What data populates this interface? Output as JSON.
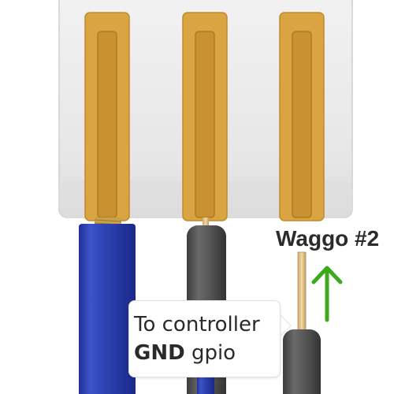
{
  "connector": {
    "label": "Waggo #2",
    "body_color": "#e4e4e4",
    "clamp_color": "#d9a441",
    "clamp_count": 3
  },
  "callout": {
    "line1": "To controller",
    "line2_bold": "GND",
    "line2_rest": " gpio"
  },
  "wires": [
    {
      "name": "blue-wire",
      "color": "#2f45b3"
    },
    {
      "name": "black-wire",
      "color": "#555555"
    },
    {
      "name": "black-wire-right",
      "color": "#555555"
    }
  ],
  "arrow": {
    "direction": "up",
    "color": "#3daa1e"
  }
}
